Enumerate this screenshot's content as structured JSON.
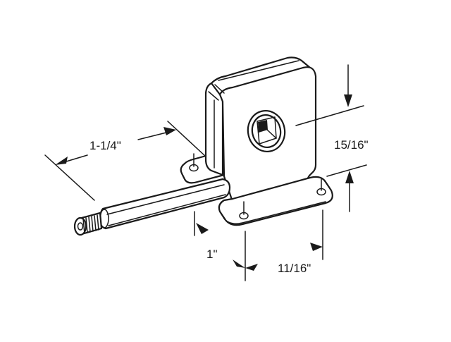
{
  "drawing": {
    "subject": "bracket with shaft",
    "line_color": "#1a1a1a",
    "background": "#ffffff"
  },
  "dimensions": {
    "shaft_length": "1-1/4\"",
    "height": "15/16\"",
    "shaft_offset": "1\"",
    "base_depth": "11/16\""
  }
}
